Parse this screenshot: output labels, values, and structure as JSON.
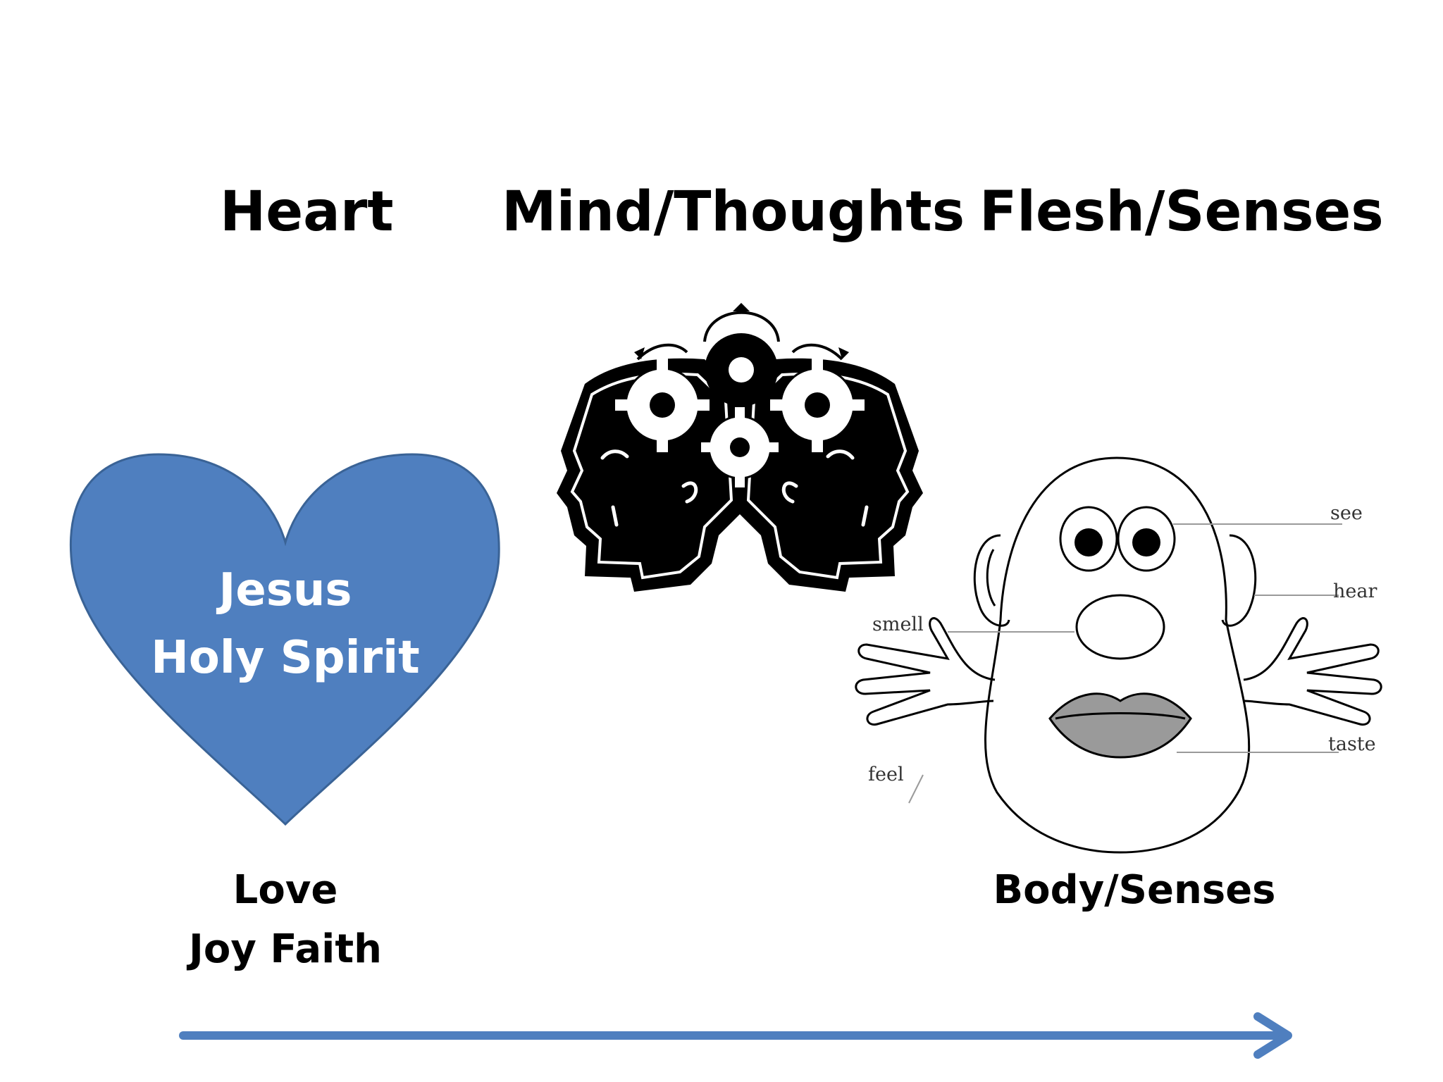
{
  "headings": {
    "heart": "Heart",
    "mind": "Mind/Thoughts",
    "flesh": "Flesh/Senses"
  },
  "heart": {
    "lines": [
      "Jesus",
      "Holy Spirit"
    ],
    "fill_color": "#4f7fbf",
    "stroke_color": "#3a6396",
    "caption_lines": [
      "Love",
      "Joy  Faith"
    ]
  },
  "mind": {
    "icon": "two-heads-with-gears-icon"
  },
  "body": {
    "icon": "potato-head-senses-icon",
    "sense_labels": {
      "see": "see",
      "hear": "hear",
      "smell": "smell",
      "taste": "taste",
      "feel": "feel"
    },
    "caption": "Body/Senses"
  },
  "arrow": {
    "color": "#4f7fbf",
    "direction": "right"
  }
}
